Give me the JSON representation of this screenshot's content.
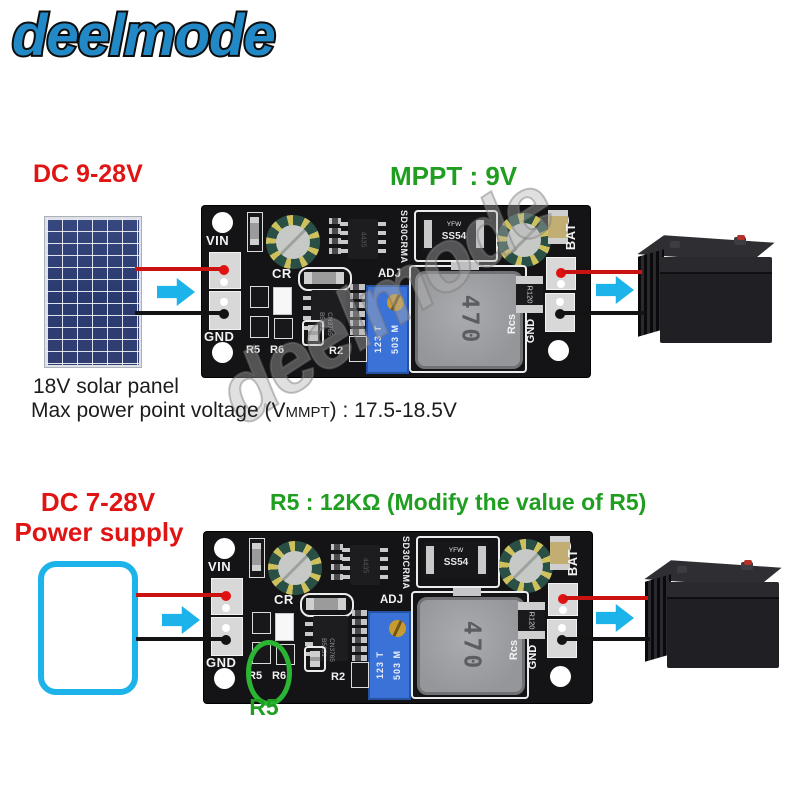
{
  "logo": {
    "text": "deelmode"
  },
  "watermark": {
    "text": "deelmode"
  },
  "colors": {
    "brand_blue": "#2389c6",
    "label_red": "#e11414",
    "label_green": "#1f9e1f",
    "arrow_cyan": "#1cb2ea",
    "wire_red": "#cc1111",
    "wire_black": "#131313",
    "highlight_green": "#2cb434"
  },
  "top_section": {
    "input_label": "DC 9-28V",
    "mppt_label": "MPPT : 9V",
    "caption_line1": "18V solar panel",
    "caption_line2_prefix": "Max power point voltage (V",
    "caption_line2_sub": "MMPT",
    "caption_line2_suffix": ") : 17.5-18.5V"
  },
  "bottom_section": {
    "input_label_line1": "DC 7-28V",
    "input_label_line2": "Power supply",
    "mod_label": "R5 : 12KΩ (Modify the value of R5)",
    "r5_callout": "R5"
  },
  "board": {
    "vin": "VIN",
    "gnd_left": "GND",
    "cr": "CR",
    "adj": "ADJ",
    "r5": "R5",
    "r6": "R6",
    "r2": "R2",
    "rcs": "Rcs",
    "gnd_right": "GND",
    "bat": "BAT",
    "diode_line1": "YFW",
    "diode_line2": "SS54",
    "regulator_chip": "SD30CRMA",
    "mosfet_chip": "4435",
    "charger_chip_line1": "CN3765",
    "charger_chip_line2": "B5131",
    "trimpot_col1": "123 T",
    "trimpot_col2": "503 M",
    "inductor": "470",
    "current_sense": "R120"
  }
}
